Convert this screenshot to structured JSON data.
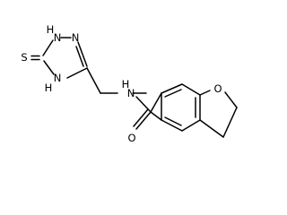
{
  "molecule": {
    "atom_labels": {
      "sulfur": "S",
      "triazole_nh_top": "H",
      "triazole_n_top": "N",
      "triazole_n_right": "N",
      "triazole_nh_bottom_n": "N",
      "triazole_nh_bottom_h": "H",
      "amide_n": "N",
      "amide_nh": "H",
      "carbonyl_o": "O",
      "furan_o": "O"
    }
  }
}
